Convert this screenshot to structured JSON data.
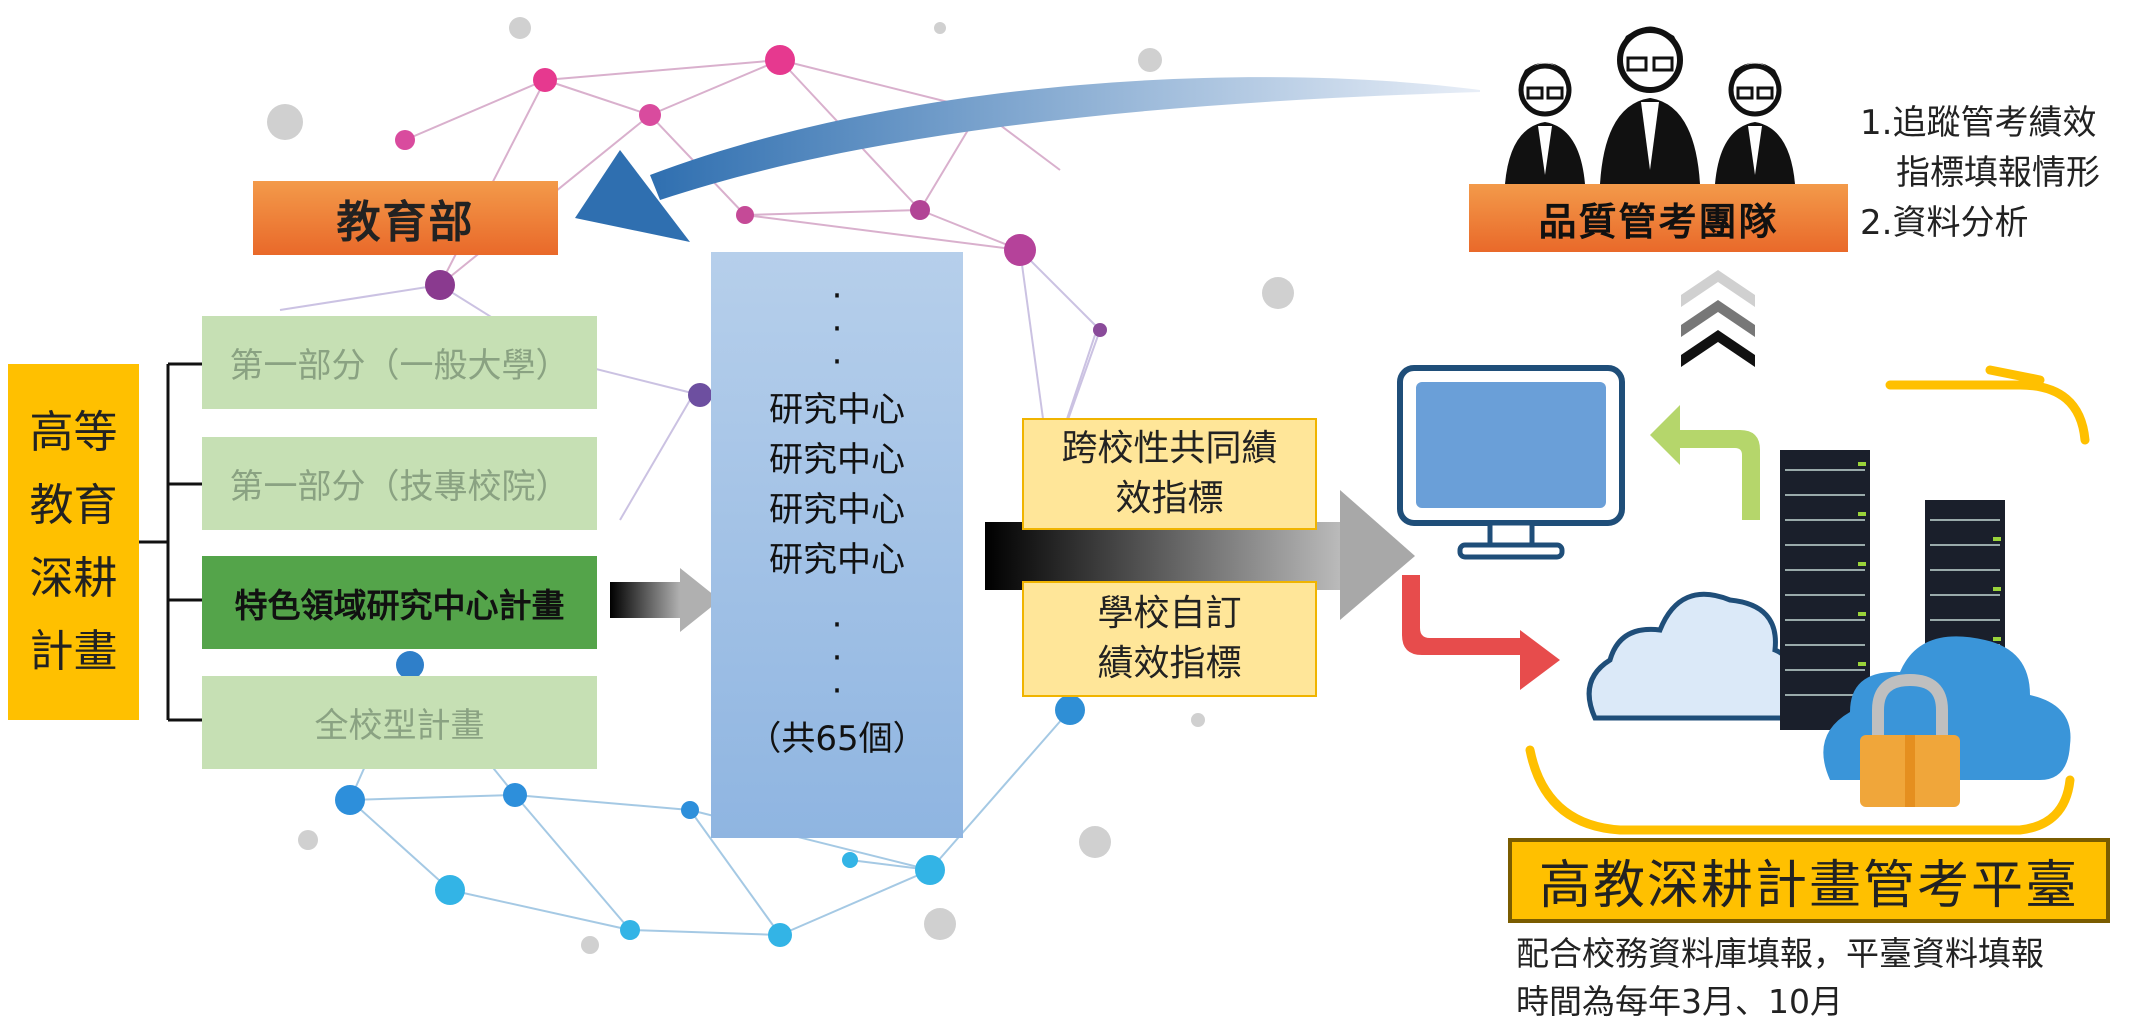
{
  "ministry": {
    "label": "教育部"
  },
  "project": {
    "lines": [
      "高等",
      "教育",
      "深耕",
      "計畫"
    ]
  },
  "parts": [
    {
      "label": "第一部分（一般大學）"
    },
    {
      "label": "第一部分（技專校院）"
    },
    {
      "label": "特色領域研究中心計畫"
    },
    {
      "label": "全校型計畫"
    }
  ],
  "centers": {
    "dots_top": [
      "·",
      "·",
      "·"
    ],
    "items": [
      "研究中心",
      "研究中心",
      "研究中心",
      "研究中心"
    ],
    "dots_bottom": [
      "·",
      "·",
      "·"
    ],
    "total": "（共65個）"
  },
  "indicators": {
    "shared": [
      "跨校性共同績",
      "效指標"
    ],
    "school": [
      "學校自訂",
      "績效指標"
    ]
  },
  "qa_team": {
    "label": "品質管考團隊"
  },
  "tasks": [
    "1.追蹤管考績效",
    "指標填報情形",
    "2.資料分析"
  ],
  "platform": {
    "title": "高教深耕計畫管考平臺"
  },
  "platform_note": [
    "配合校務資料庫填報，平臺資料填報",
    "時間為每年3月、10月"
  ],
  "colors": {
    "orange": "#e9692a",
    "yellow": "#ffc000",
    "green": "#54a44a",
    "light_green": "#c6e0b4",
    "blue_panel": "#9dbde4",
    "pale_yellow": "#ffe699"
  }
}
